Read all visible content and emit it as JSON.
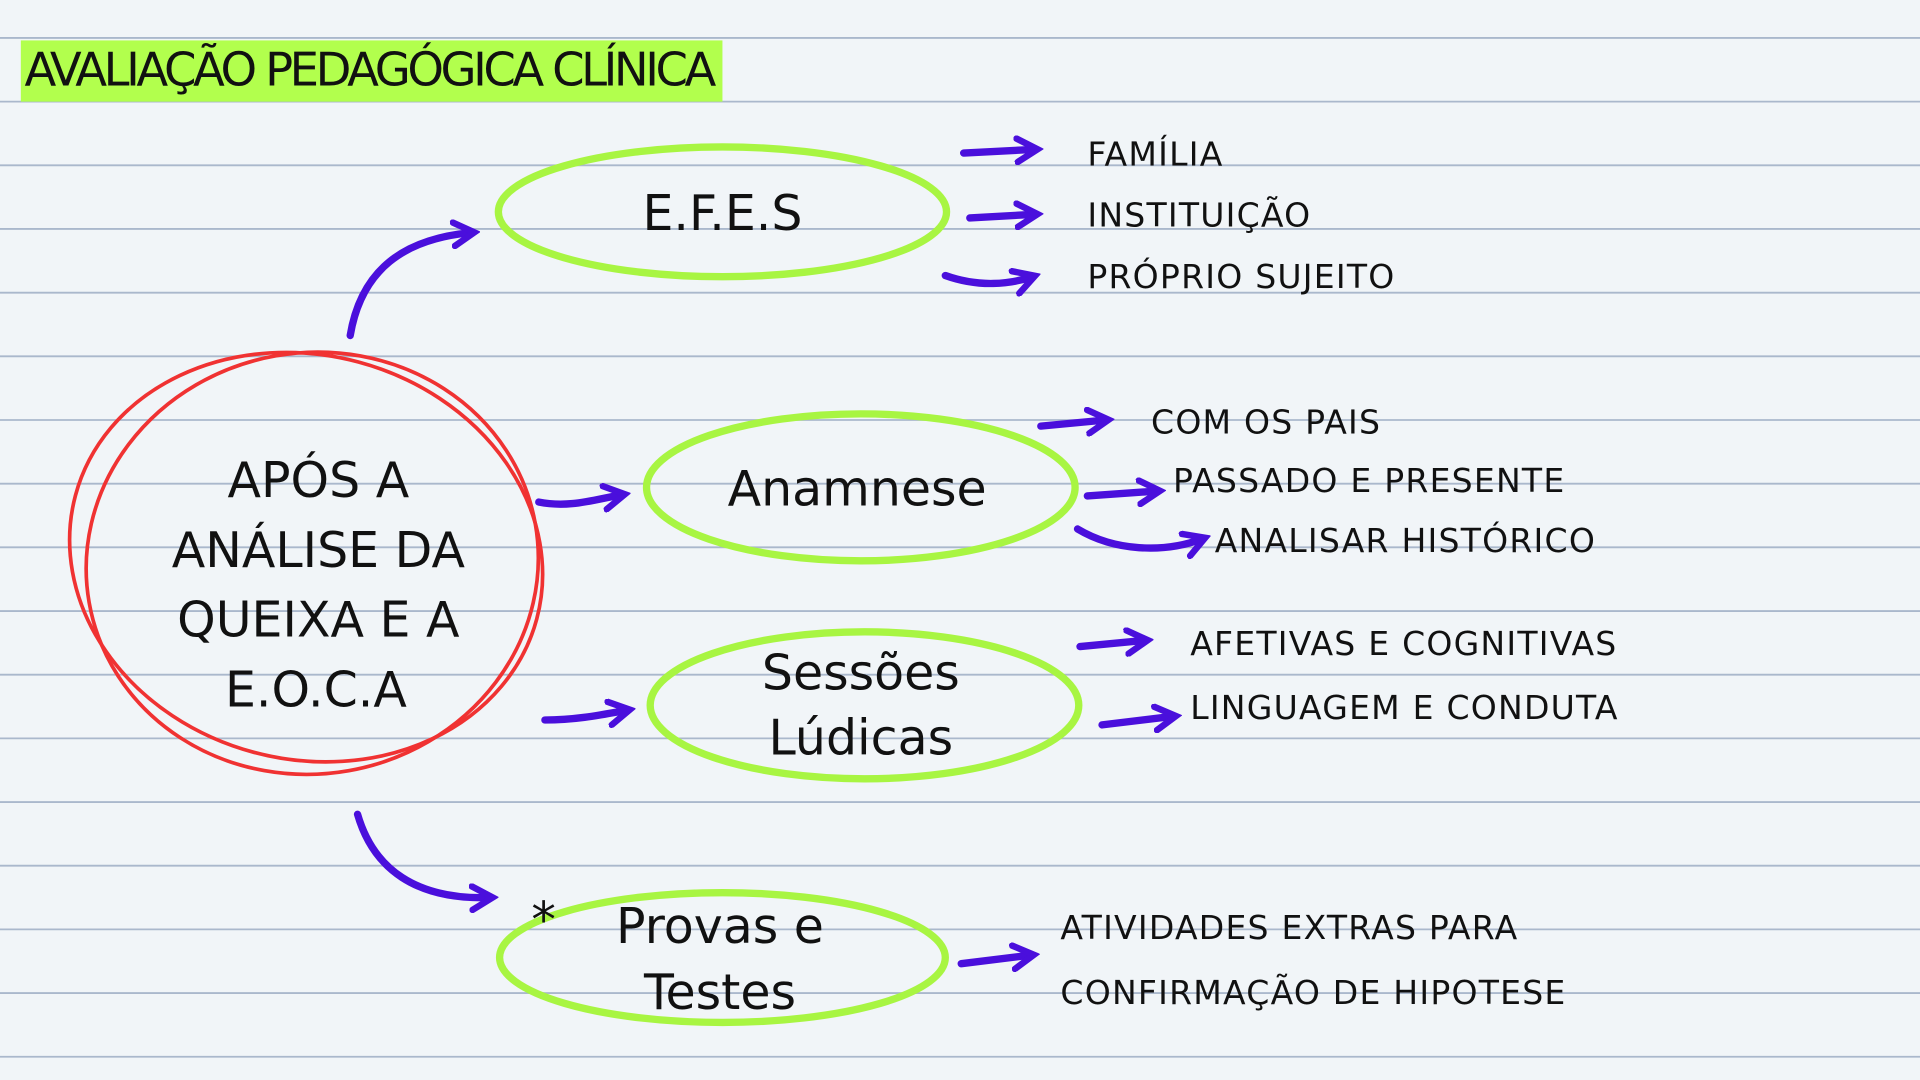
{
  "title": "AVALIAÇÃO PEDAGÓGICA CLÍNICA",
  "center": {
    "lines": [
      "APÓS A",
      "ANÁLISE DA",
      "QUEIXA E A",
      "E.O.C.A"
    ]
  },
  "nodes": [
    {
      "label": [
        "E.F.E.S"
      ],
      "items": [
        "FAMÍLIA",
        "INSTITUIÇÃO",
        "PRÓPRIO SUJEITO"
      ]
    },
    {
      "label": [
        "Anamnese"
      ],
      "items": [
        "COM OS PAIS",
        "PASSADO E PRESENTE",
        "ANALISAR HISTÓRICO"
      ]
    },
    {
      "label": [
        "Sessões",
        "Lúdicas"
      ],
      "items": [
        "AFETIVAS E COGNITIVAS",
        "LINGUAGEM E CONDUTA"
      ]
    },
    {
      "label": [
        "Provas e",
        "Testes"
      ],
      "items": [
        "ATIVIDADES EXTRAS PARA",
        "CONFIRMAÇÃO DE HIPOTESE"
      ],
      "marker": "*"
    }
  ],
  "colors": {
    "highlight": "#b2ff4d",
    "ellipse": "#a8f542",
    "arrow": "#4a0fdc",
    "center": "#f03232",
    "rule": "#aab8cc"
  }
}
